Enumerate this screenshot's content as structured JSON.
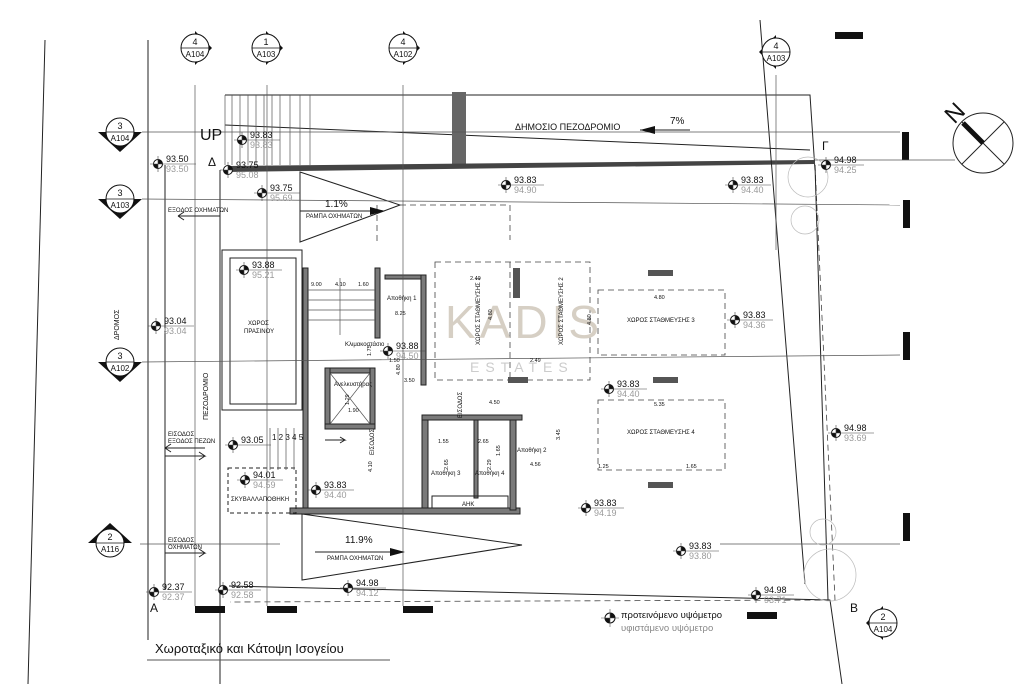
{
  "title": "Χωροταξικό και Κάτοψη Ισογείου",
  "legend": {
    "proposed": "προτεινόμενο υψόμετρο",
    "existing": "υφιστάμενο υψόμετρο"
  },
  "north_label": "N",
  "watermark": {
    "brand": "KADIS",
    "sub": "ESTATES"
  },
  "section_markers": [
    {
      "num": "4",
      "sheet": "A104"
    },
    {
      "num": "1",
      "sheet": "A103"
    },
    {
      "num": "4",
      "sheet": "A102"
    },
    {
      "num": "4",
      "sheet": "A103"
    },
    {
      "num": "3",
      "sheet": "A104"
    },
    {
      "num": "3",
      "sheet": "A103"
    },
    {
      "num": "3",
      "sheet": "A102"
    },
    {
      "num": "2",
      "sheet": "A116"
    },
    {
      "num": "2",
      "sheet": "A104"
    }
  ],
  "corners": [
    "Δ",
    "Γ",
    "A",
    "B"
  ],
  "elevations": [
    {
      "proposed": "93.83",
      "existing": "93.83"
    },
    {
      "proposed": "93.50",
      "existing": "93.50"
    },
    {
      "proposed": "93.75",
      "existing": "95.08"
    },
    {
      "proposed": "93.75",
      "existing": "95.69"
    },
    {
      "proposed": "93.83",
      "existing": "94.90"
    },
    {
      "proposed": "93.83",
      "existing": "94.40"
    },
    {
      "proposed": "94.98",
      "existing": "94.25"
    },
    {
      "proposed": "93.88",
      "existing": "95.21"
    },
    {
      "proposed": "93.88",
      "existing": "94.50"
    },
    {
      "proposed": "93.04",
      "existing": "93.04"
    },
    {
      "proposed": "93.83",
      "existing": "94.36"
    },
    {
      "proposed": "93.83",
      "existing": "94.40"
    },
    {
      "proposed": "93.05",
      "existing": ""
    },
    {
      "proposed": "94.01",
      "existing": "94.59"
    },
    {
      "proposed": "93.83",
      "existing": "94.40"
    },
    {
      "proposed": "93.83",
      "existing": "94.19"
    },
    {
      "proposed": "93.83",
      "existing": "93.80"
    },
    {
      "proposed": "94.98",
      "existing": "93.69"
    },
    {
      "proposed": "94.98",
      "existing": "93.71"
    },
    {
      "proposed": "92.37",
      "existing": "92.37"
    },
    {
      "proposed": "92.58",
      "existing": "92.58"
    },
    {
      "proposed": "94.98",
      "existing": "94.12"
    }
  ],
  "labels": {
    "up": "UP",
    "sidewalk_public": "ΔΗΜΟΣΙΟ ΠΕΖΟΔΡΟΜΙΟ",
    "slope_top": "7%",
    "ramp_top_pct": "1.1%",
    "ramp_label": "ΡΑΜΠΑ ΟΧΗΜΑΤΩΝ",
    "vehicle_exit": "ΕΞΟΔΟΣ ΟΧΗΜΑΤΩΝ",
    "road": "ΔΡΟΜΟΣ",
    "sidewalk": "ΠΕΖΟΔΡΟΜΙΟ",
    "green_area_1": "ΧΩΡΟΣ",
    "green_area_2": "ΠΡΑΣΙΝΟΥ",
    "staircase": "Κλιμακοστάσιο",
    "elevator": "Ανελκυστήρας",
    "storage_1": "Αποθήκη 1",
    "storage_2": "Αποθήκη 2",
    "storage_3": "Αποθήκη 3",
    "storage_4": "Αποθήκη 4",
    "ahk": "ΑΗΚ",
    "entrance": "ΕΙΣΟΔΟΣ",
    "ped_entry_1": "ΕΙΣΟΔΟΣ",
    "ped_entry_2": "ΕΞΟΔΟΣ ΠΕΖΩΝ",
    "steps": "1 2 3 4 5",
    "garbage": "ΣΚΥΒΑΛΛΑΠΟΘΗΚΗ",
    "vehicle_entry_1": "ΕΙΣΟΔΟΣ",
    "vehicle_entry_2": "ΟΧΗΜΑΤΩΝ",
    "ramp_bottom_pct": "11.9%",
    "parking_1": "ΧΩΡΟΣ ΣΤΑΘΜΕΥΣΗΣ 1",
    "parking_2": "ΧΩΡΟΣ ΣΤΑΘΜΕΥΣΗΣ 2",
    "parking_3": "ΧΩΡΟΣ ΣΤΑΘΜΕΥΣΗΣ 3",
    "parking_4": "ΧΩΡΟΣ ΣΤΑΘΜΕΥΣΗΣ 4"
  },
  "dimensions": [
    "2.40",
    "4.80",
    "2.49",
    "4.80",
    "4.80",
    "5.35",
    "4.50",
    "3.45",
    "1.25",
    "1.65",
    "1.55",
    "2.65",
    "2.65",
    "2.29",
    "1.65",
    "4.56",
    "1.50",
    "3.50",
    "4.80",
    "1.90",
    "1.29",
    "1.75",
    "8.25",
    "4.10",
    "9.00",
    "4.10",
    "1.60"
  ]
}
